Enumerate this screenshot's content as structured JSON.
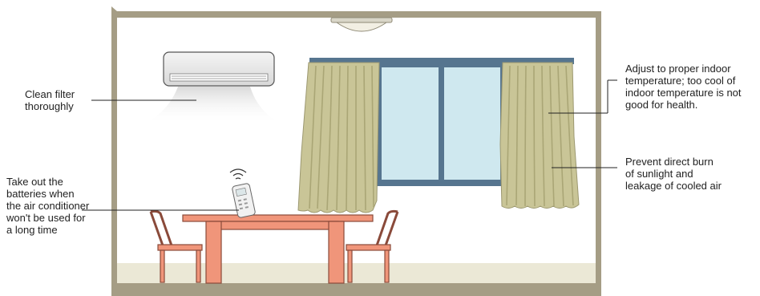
{
  "labels": {
    "clean_filter": "Clean filter\nthoroughly",
    "remove_batteries": "Take out the\nbatteries when\nthe air conditioner\nwon't be used for\na long time",
    "indoor_temperature": "Adjust to proper indoor\ntemperature; too cool of\nindoor temperature is not\ngood for health.",
    "sunlight": "Prevent direct burn\nof sunlight and\nleakage of cooled air"
  },
  "colors": {
    "wall_frame": "#a59d85",
    "floor": "#ebe8d6",
    "curtain": "#c9c597",
    "curtain_shade": "#aaa676",
    "window_frame": "#56758f",
    "glass": "#cfe8ef",
    "furniture": "#f0957a",
    "furniture_edge": "#8a4a3a",
    "ac_unit": "#e6e6e6"
  },
  "icons": [
    "air-conditioner-icon",
    "ceiling-lamp-icon",
    "remote-control-icon",
    "signal-waves-icon",
    "window-icon",
    "curtain-icon",
    "table-icon",
    "chair-icon"
  ]
}
